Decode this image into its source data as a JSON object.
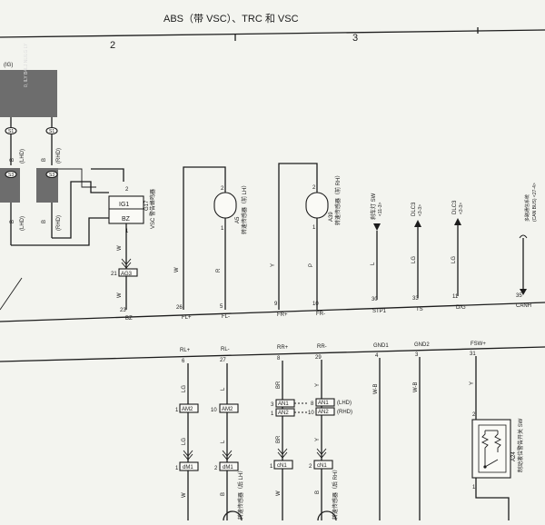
{
  "header": {
    "title": "ABS（带 VSC）、TRC 和 VSC",
    "col_2": "2",
    "col_3": "3"
  },
  "top_left": {
    "ref": "(IG)",
    "shaded_a": "0, ILY B4LJ NLILG LY",
    "term_lhd_1": "S1",
    "term_rhd_1": "S1",
    "term_lhd_2": "S3",
    "term_rhd_2": "S3",
    "wire_b_1": "B",
    "wire_b_2": "B",
    "wire_b_3": "B",
    "wire_b_4": "B",
    "lhd_1": "(LHD)",
    "rhd_1": "(RHD)",
    "lhd_2": "(LHD)",
    "rhd_2": "(RHD)"
  },
  "g17": {
    "pin_top": "2",
    "ig1": "IG1",
    "bz": "BZ",
    "pin_bottom": "1",
    "code": "G17",
    "name": "VSC 警告蜂鸣器",
    "wire_w_1": "W",
    "wire_w_2": "W",
    "ag3_pin": "21",
    "ag3": "AG3",
    "pin_23": "23",
    "bus_bz": "BZ"
  },
  "a5": {
    "pin_top": "2",
    "pin_bottom": "1",
    "code": "A5",
    "name": "转速传感器（前 LH）",
    "wire_w": "W",
    "wire_r": "R",
    "pin_26": "26",
    "pin_5": "5",
    "bus_flp": "FL+",
    "bus_flm": "FL-"
  },
  "a39": {
    "pin_top": "2",
    "pin_bottom": "1",
    "code": "A39",
    "name": "转速传感器（前 RH）",
    "wire_y": "Y",
    "wire_p": "P",
    "pin_9": "9",
    "pin_10": "10",
    "bus_frp": "FR+",
    "bus_frm": "FR-"
  },
  "signals": {
    "stp_label": "刹车灯 SW",
    "stp_sub": "<11-3>",
    "dlc3_a": "DLC3",
    "dlc3_a_sub": "<3-3>",
    "dlc3_b": "DLC3",
    "dlc3_b_sub": "<3-3>",
    "can_label": "多路通信系统",
    "can_sub": "(CAN BUS) <27-4>",
    "wire_l": "L",
    "wire_lg": "LG",
    "wire_lg2": "LG",
    "pin_30": "30",
    "pin_33": "33",
    "pin_11": "11",
    "pin_35": "35",
    "bus_stp1": "STP1",
    "bus_ts": "TS",
    "bus_dg": "D/G",
    "bus_canh": "CANH"
  },
  "lower": {
    "rlp": "RL+",
    "rlm": "RL-",
    "rrp": "RR+",
    "rrm": "RR-",
    "gnd1": "GND1",
    "gnd2": "GND2",
    "fswp": "FSW+",
    "pin_6": "6",
    "pin_27": "27",
    "pin_8": "8",
    "pin_29": "29",
    "pin_4": "4",
    "pin_3": "3",
    "pin_31": "31",
    "wire_lg": "LG",
    "wire_l": "L",
    "wire_br": "BR",
    "wire_y": "Y",
    "wire_wb1": "W-B",
    "wire_wb2": "W-B",
    "wire_y2": "Y",
    "am2_pin_l": "1",
    "am2_l": "AM2",
    "am2_pin_r": "10",
    "am2_r": "AM2",
    "an1_pin_a": "3",
    "an1_a": "AN1",
    "an2_pin_a": "1",
    "an2_a": "AN2",
    "an1_pin_b": "8",
    "an1_b": "AN1",
    "an1_lhd": "(LHD)",
    "an2_pin_b": "10",
    "an2_b": "AN2",
    "an2_rhd": "(RHD)",
    "wire_lg_b": "LG",
    "wire_l_b": "L",
    "wire_br_b": "BR",
    "wire_y_b": "Y",
    "dm1_pin_a": "1",
    "dm1_a": "dM1",
    "dm1_pin_b": "2",
    "dm1_b": "dM1",
    "cn1_pin_a": "1",
    "cn1_a": "cN1",
    "cn1_pin_b": "2",
    "cn1_b": "cN1",
    "wire_w": "W",
    "wire_b": "B",
    "wire_w2": "W",
    "wire_b2": "B",
    "rear_lh": "转速传感器（后 LH）",
    "rear_rh": "转速传感器（后 RH）",
    "sw_pin_2": "2",
    "sw_pin_1": "1",
    "a24_code": "A24",
    "a24_name": "制动液位警告开关 SW"
  }
}
